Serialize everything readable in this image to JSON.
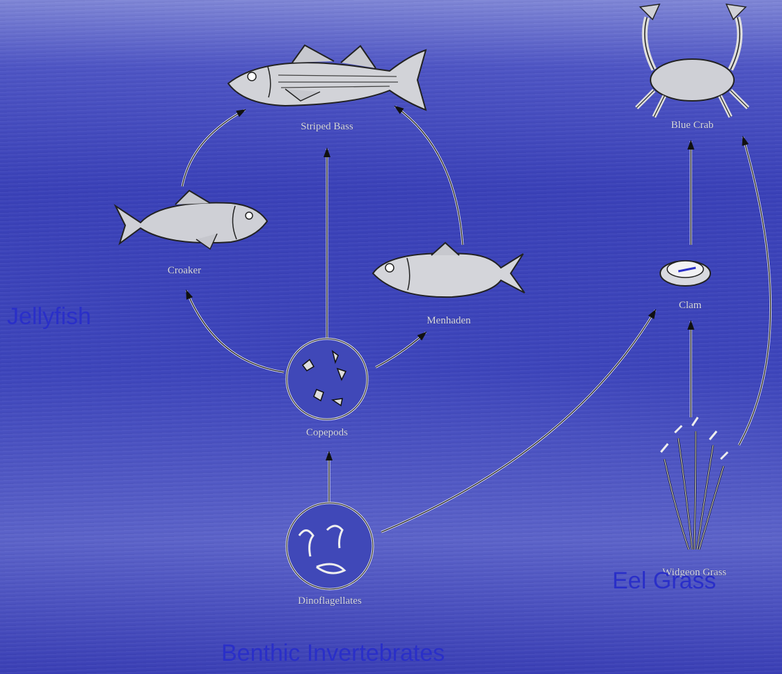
{
  "nodes": {
    "striped_bass": "Striped Bass",
    "croaker": "Croaker",
    "menhaden": "Menhaden",
    "copepods": "Copepods",
    "dinoflagellates": "Dinoflagellates",
    "blue_crab": "Blue Crab",
    "clam": "Clam",
    "widgeon_grass": "Widgeon Grass"
  },
  "overlays": {
    "jellyfish": "Jellyfish",
    "eel_grass": "Eel Grass",
    "benthic_invertebrates": "Benthic Invertebrates"
  },
  "colors": {
    "background": "#3d45bb",
    "drawing": "#e6e8f0",
    "overlay_text": "#2a2fc8"
  },
  "icons": [
    "fish-icon",
    "crab-icon",
    "clam-icon",
    "grass-icon",
    "plankton-icon"
  ]
}
